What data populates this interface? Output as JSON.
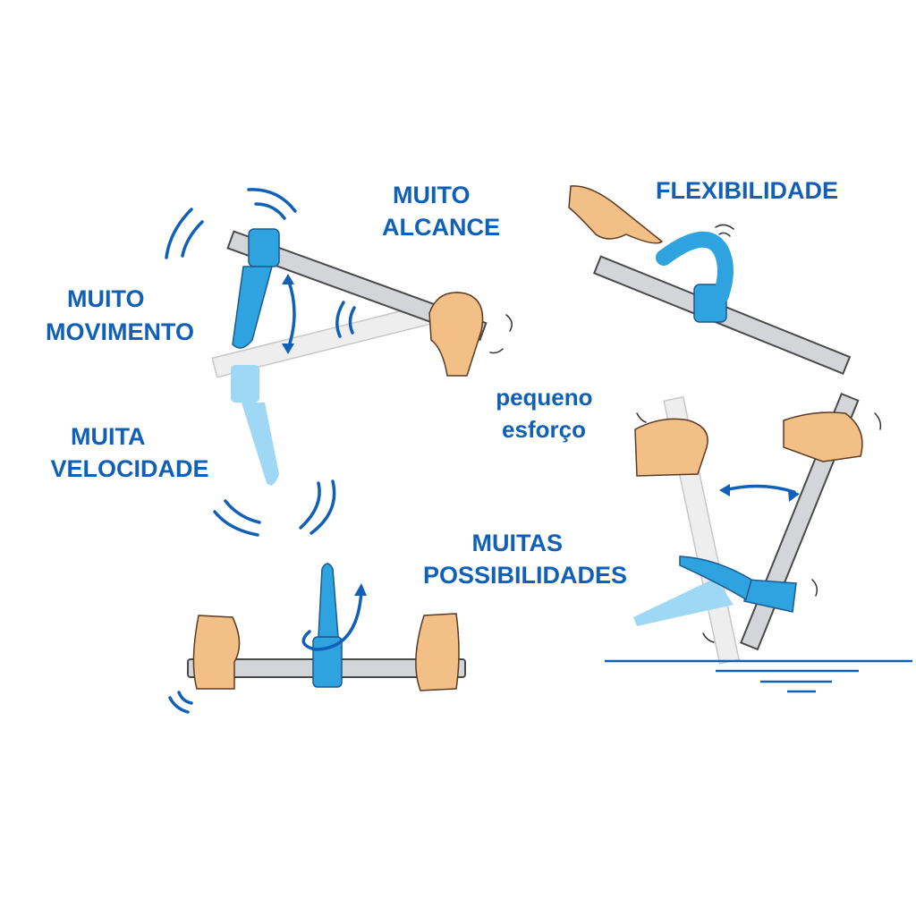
{
  "labels": {
    "movement": [
      "MUITO",
      "MOVIMENTO"
    ],
    "reach": [
      "MUITO",
      "ALCANCE"
    ],
    "flexibility": "FLEXIBILIDADE",
    "effort": [
      "pequeno",
      "esforço"
    ],
    "speed": [
      "MUITA",
      "VELOCIDADE"
    ],
    "possibilities": [
      "MUITAS",
      "POSSIBILIDADES"
    ]
  },
  "colors": {
    "text": "#1160b8",
    "grip": "#2ea3e0",
    "skin": "#f2bf86",
    "bar": "#d4d5d8"
  }
}
